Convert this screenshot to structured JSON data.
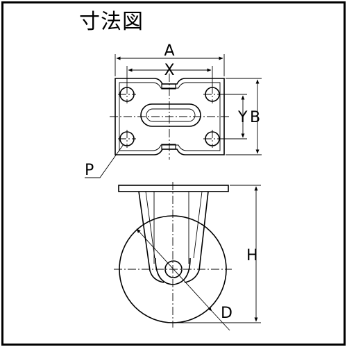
{
  "title": "寸法図",
  "labels": {
    "a": "A",
    "x": "X",
    "y": "Y",
    "b": "B",
    "p": "P",
    "h": "H",
    "d": "D"
  },
  "colors": {
    "line": "#000000",
    "background": "#ffffff"
  }
}
